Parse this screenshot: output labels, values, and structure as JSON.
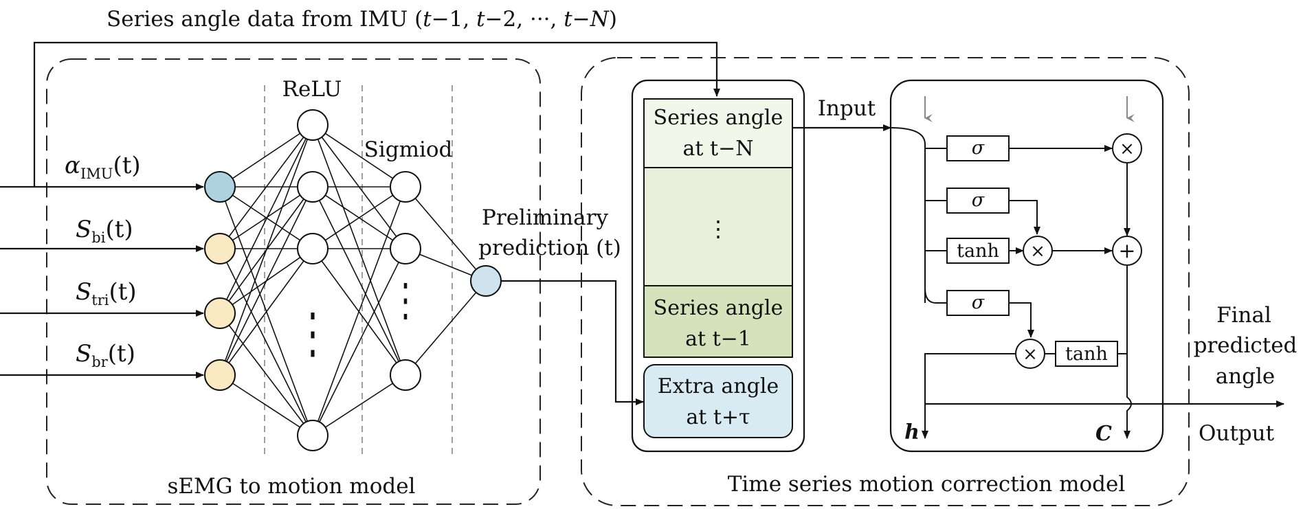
{
  "header": {
    "imu_caption": "Series angle data from IMU (t−1, t−2, ···, t−N)",
    "imu_prefix": "Series angle data from IMU (",
    "imu_t1": "t",
    "imu_m1": "−1, ",
    "imu_t2": "t",
    "imu_m2": "−2, ···, ",
    "imu_t3": "t",
    "imu_m3": "−",
    "imu_N": "N",
    "imu_close": ")"
  },
  "semg_model": {
    "title": "sEMG to motion model",
    "relu_label": "ReLU",
    "sigmoid_label": "Sigmiod",
    "inputs": [
      {
        "sym": "α",
        "sub": "IMU",
        "arg": "(t)",
        "color": "#aed3df"
      },
      {
        "sym": "S",
        "sub": "bi",
        "arg": "(t)",
        "color": "#faeac3"
      },
      {
        "sym": "S",
        "sub": "tri",
        "arg": "(t)",
        "color": "#faeac3"
      },
      {
        "sym": "S",
        "sub": "br",
        "arg": "(t)",
        "color": "#faeac3"
      }
    ],
    "hidden_dots": "⋮",
    "output_color": "#cfe3ee",
    "prelim_line1": "Preliminary",
    "prelim_line2": "prediction (t)"
  },
  "correction_model": {
    "title": "Time series motion correction model",
    "input_label": "Input",
    "output_label": "Output",
    "final_label": [
      "Final",
      "predicted",
      "angle"
    ],
    "stack": {
      "top_line1": "Series angle",
      "top_line2": "at t−N",
      "middle_dots": "⋮",
      "bottom_line1": "Series angle",
      "bottom_line2": "at t−1",
      "extra_line1": "Extra angle",
      "extra_line2": "at t+τ",
      "colors": {
        "top": "#f2f7ea",
        "middle": "#e8f0dc",
        "bottom": "#d5e3bd",
        "extra": "#d8eaf2"
      }
    },
    "lstm": {
      "gate1": "σ",
      "gate2": "σ",
      "gate3": "tanh",
      "gate4": "σ",
      "out_tanh": "tanh",
      "mul": "×",
      "add": "+",
      "h_label": "h",
      "c_label": "C"
    }
  }
}
